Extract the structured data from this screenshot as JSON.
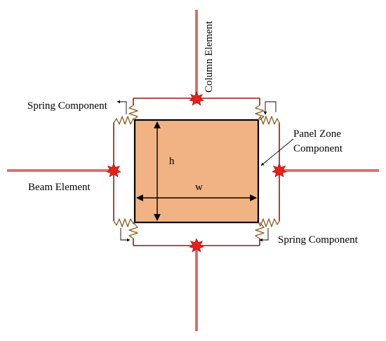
{
  "labels": {
    "column_element": "Column Element",
    "spring_top": "Spring Component",
    "panel_zone_line1": "Panel Zone",
    "panel_zone_line2": "Component",
    "h": "h",
    "w": "w",
    "beam_element": "Beam Element",
    "spring_bottom": "Spring Component"
  },
  "colors": {
    "panel_fill": "#f2b384",
    "element_red": "#c0201f",
    "link_red": "#8b1a12",
    "spring_brown": "#8a5a1c",
    "node_red": "#e8201a"
  }
}
